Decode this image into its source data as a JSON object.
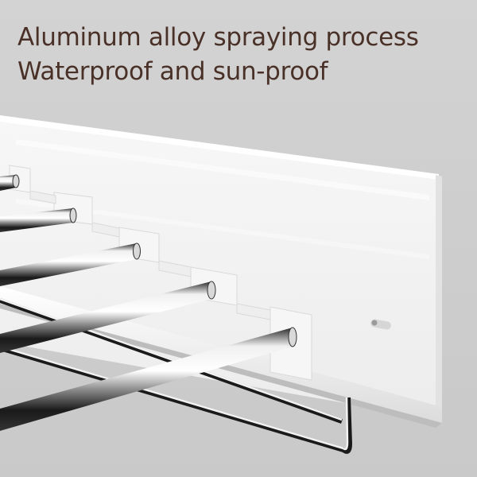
{
  "headline": {
    "line1": "Aluminum alloy spraying process",
    "line2": "Waterproof and sun-proof"
  },
  "colors": {
    "background": "#cfcfcf",
    "headline_text": "#4a3128",
    "rack_body": "#f4f4f4",
    "chrome_highlight": "#ffffff",
    "chrome_shadow": "#111111"
  },
  "product": {
    "description": "White wall-mounted drying rack with chrome hanging rods",
    "rod_count": 5
  }
}
